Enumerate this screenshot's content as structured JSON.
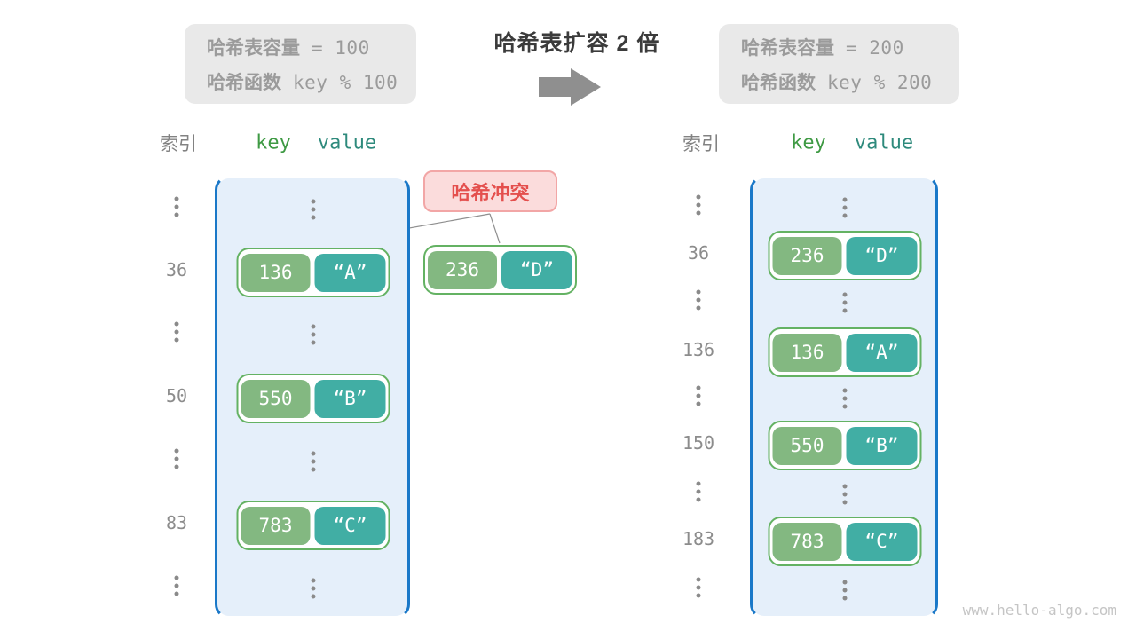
{
  "title": "哈希表扩容 2 倍",
  "info_boxes": {
    "before": {
      "capacity_label": "哈希表容量",
      "capacity_value": "= 100",
      "function_label": "哈希函数",
      "function_value": "key % 100"
    },
    "after": {
      "capacity_label": "哈希表容量",
      "capacity_value": "= 200",
      "function_label": "哈希函数",
      "function_value": "key % 200"
    }
  },
  "collision": {
    "label": "哈希冲突",
    "pair": {
      "key": "236",
      "value": "“D”"
    }
  },
  "tables": {
    "left": {
      "headers": {
        "index": "索引",
        "key": "key",
        "value": "value"
      },
      "rows": [
        {
          "type": "dots"
        },
        {
          "type": "pair",
          "index": "36",
          "key": "136",
          "value": "“A”"
        },
        {
          "type": "dots"
        },
        {
          "type": "pair",
          "index": "50",
          "key": "550",
          "value": "“B”"
        },
        {
          "type": "dots"
        },
        {
          "type": "pair",
          "index": "83",
          "key": "783",
          "value": "“C”"
        },
        {
          "type": "dots"
        }
      ]
    },
    "right": {
      "headers": {
        "index": "索引",
        "key": "key",
        "value": "value"
      },
      "rows": [
        {
          "type": "dots"
        },
        {
          "type": "pair",
          "index": "36",
          "key": "236",
          "value": "“D”"
        },
        {
          "type": "dots"
        },
        {
          "type": "pair",
          "index": "136",
          "key": "136",
          "value": "“A”"
        },
        {
          "type": "dots"
        },
        {
          "type": "pair",
          "index": "150",
          "key": "550",
          "value": "“B”"
        },
        {
          "type": "dots"
        },
        {
          "type": "pair",
          "index": "183",
          "key": "783",
          "value": "“C”"
        },
        {
          "type": "dots"
        }
      ]
    }
  },
  "watermark": "www.hello-algo.com",
  "colors": {
    "container_fill": "#e5effa",
    "container_border": "#1a78c8",
    "pair_border": "#64b263",
    "key_cell": "#83b881",
    "value_cell": "#41aea4",
    "key_header": "#3f9a44",
    "value_header": "#2e8a7c",
    "collision_bg": "#fbdcdc",
    "collision_border": "#f2a6a6",
    "collision_text": "#e44f4d",
    "gray_box_bg": "#e9e9e9",
    "gray_text": "#9b9b9b",
    "arrow_gray": "#8f8f8f"
  }
}
